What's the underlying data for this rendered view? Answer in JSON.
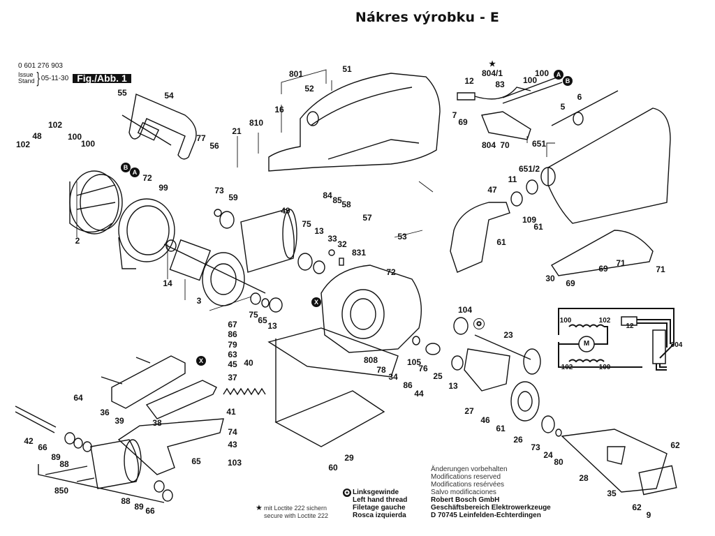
{
  "page_title": "Nákres výrobku - E",
  "header": {
    "part_number": "0 601 276 903",
    "issue_label_en": "Issue",
    "issue_label_de": "Stand",
    "issue_date": "05-11-30",
    "figure_label": "Fig./Abb. 1"
  },
  "footer": {
    "modifications": [
      "Änderungen vorbehalten",
      "Modifications reserved",
      "Modifications resérvées",
      "Salvo modificaciones"
    ],
    "company": [
      "Robert Bosch GmbH",
      "Geschäftsbereich Elektrowerkzeuge",
      "D 70745 Leinfelden-Echterdingen"
    ],
    "left_hand_thread": [
      "Linksgewinde",
      "Left hand thread",
      "Filetage gauche",
      "Rosca izquierda"
    ],
    "loctite": [
      "mit Loctite 222 sichern",
      "secure with Loctite 222"
    ],
    "loctite_symbol": "★",
    "left_thread_symbol": "✪"
  },
  "badges": [
    {
      "label": "A",
      "id": "a1"
    },
    {
      "label": "B",
      "id": "b1"
    },
    {
      "label": "B",
      "id": "b2"
    },
    {
      "label": "A",
      "id": "a2"
    },
    {
      "label": "X",
      "id": "x1"
    },
    {
      "label": "X",
      "id": "x2"
    }
  ],
  "wiring": {
    "labels": [
      "100",
      "102",
      "12",
      "804",
      "102",
      "100"
    ],
    "motor_symbol": "M"
  },
  "callouts": [
    "801",
    "51",
    "52",
    "16",
    "810",
    "21",
    "55",
    "54",
    "77",
    "56",
    "102",
    "48",
    "100",
    "100",
    "102",
    "72",
    "99",
    "2",
    "14",
    "3",
    "73",
    "59",
    "49",
    "75",
    "13",
    "33",
    "32",
    "831",
    "72",
    "75",
    "65",
    "13",
    "84",
    "85",
    "58",
    "57",
    "53",
    "12",
    "804/1",
    "83",
    "100",
    "100",
    "6",
    "5",
    "7",
    "69",
    "804",
    "70",
    "651",
    "651/2",
    "11",
    "47",
    "109",
    "61",
    "61",
    "30",
    "69",
    "69",
    "71",
    "71",
    "67",
    "86",
    "79",
    "63",
    "45",
    "40",
    "37",
    "64",
    "36",
    "39",
    "41",
    "38",
    "42",
    "66",
    "89",
    "88",
    "850",
    "88",
    "89",
    "66",
    "74",
    "43",
    "65",
    "103",
    "808",
    "78",
    "34",
    "86",
    "44",
    "29",
    "60",
    "104",
    "23",
    "105",
    "76",
    "25",
    "13",
    "27",
    "46",
    "61",
    "26",
    "73",
    "24",
    "80",
    "28",
    "35",
    "62",
    "62",
    "9"
  ]
}
